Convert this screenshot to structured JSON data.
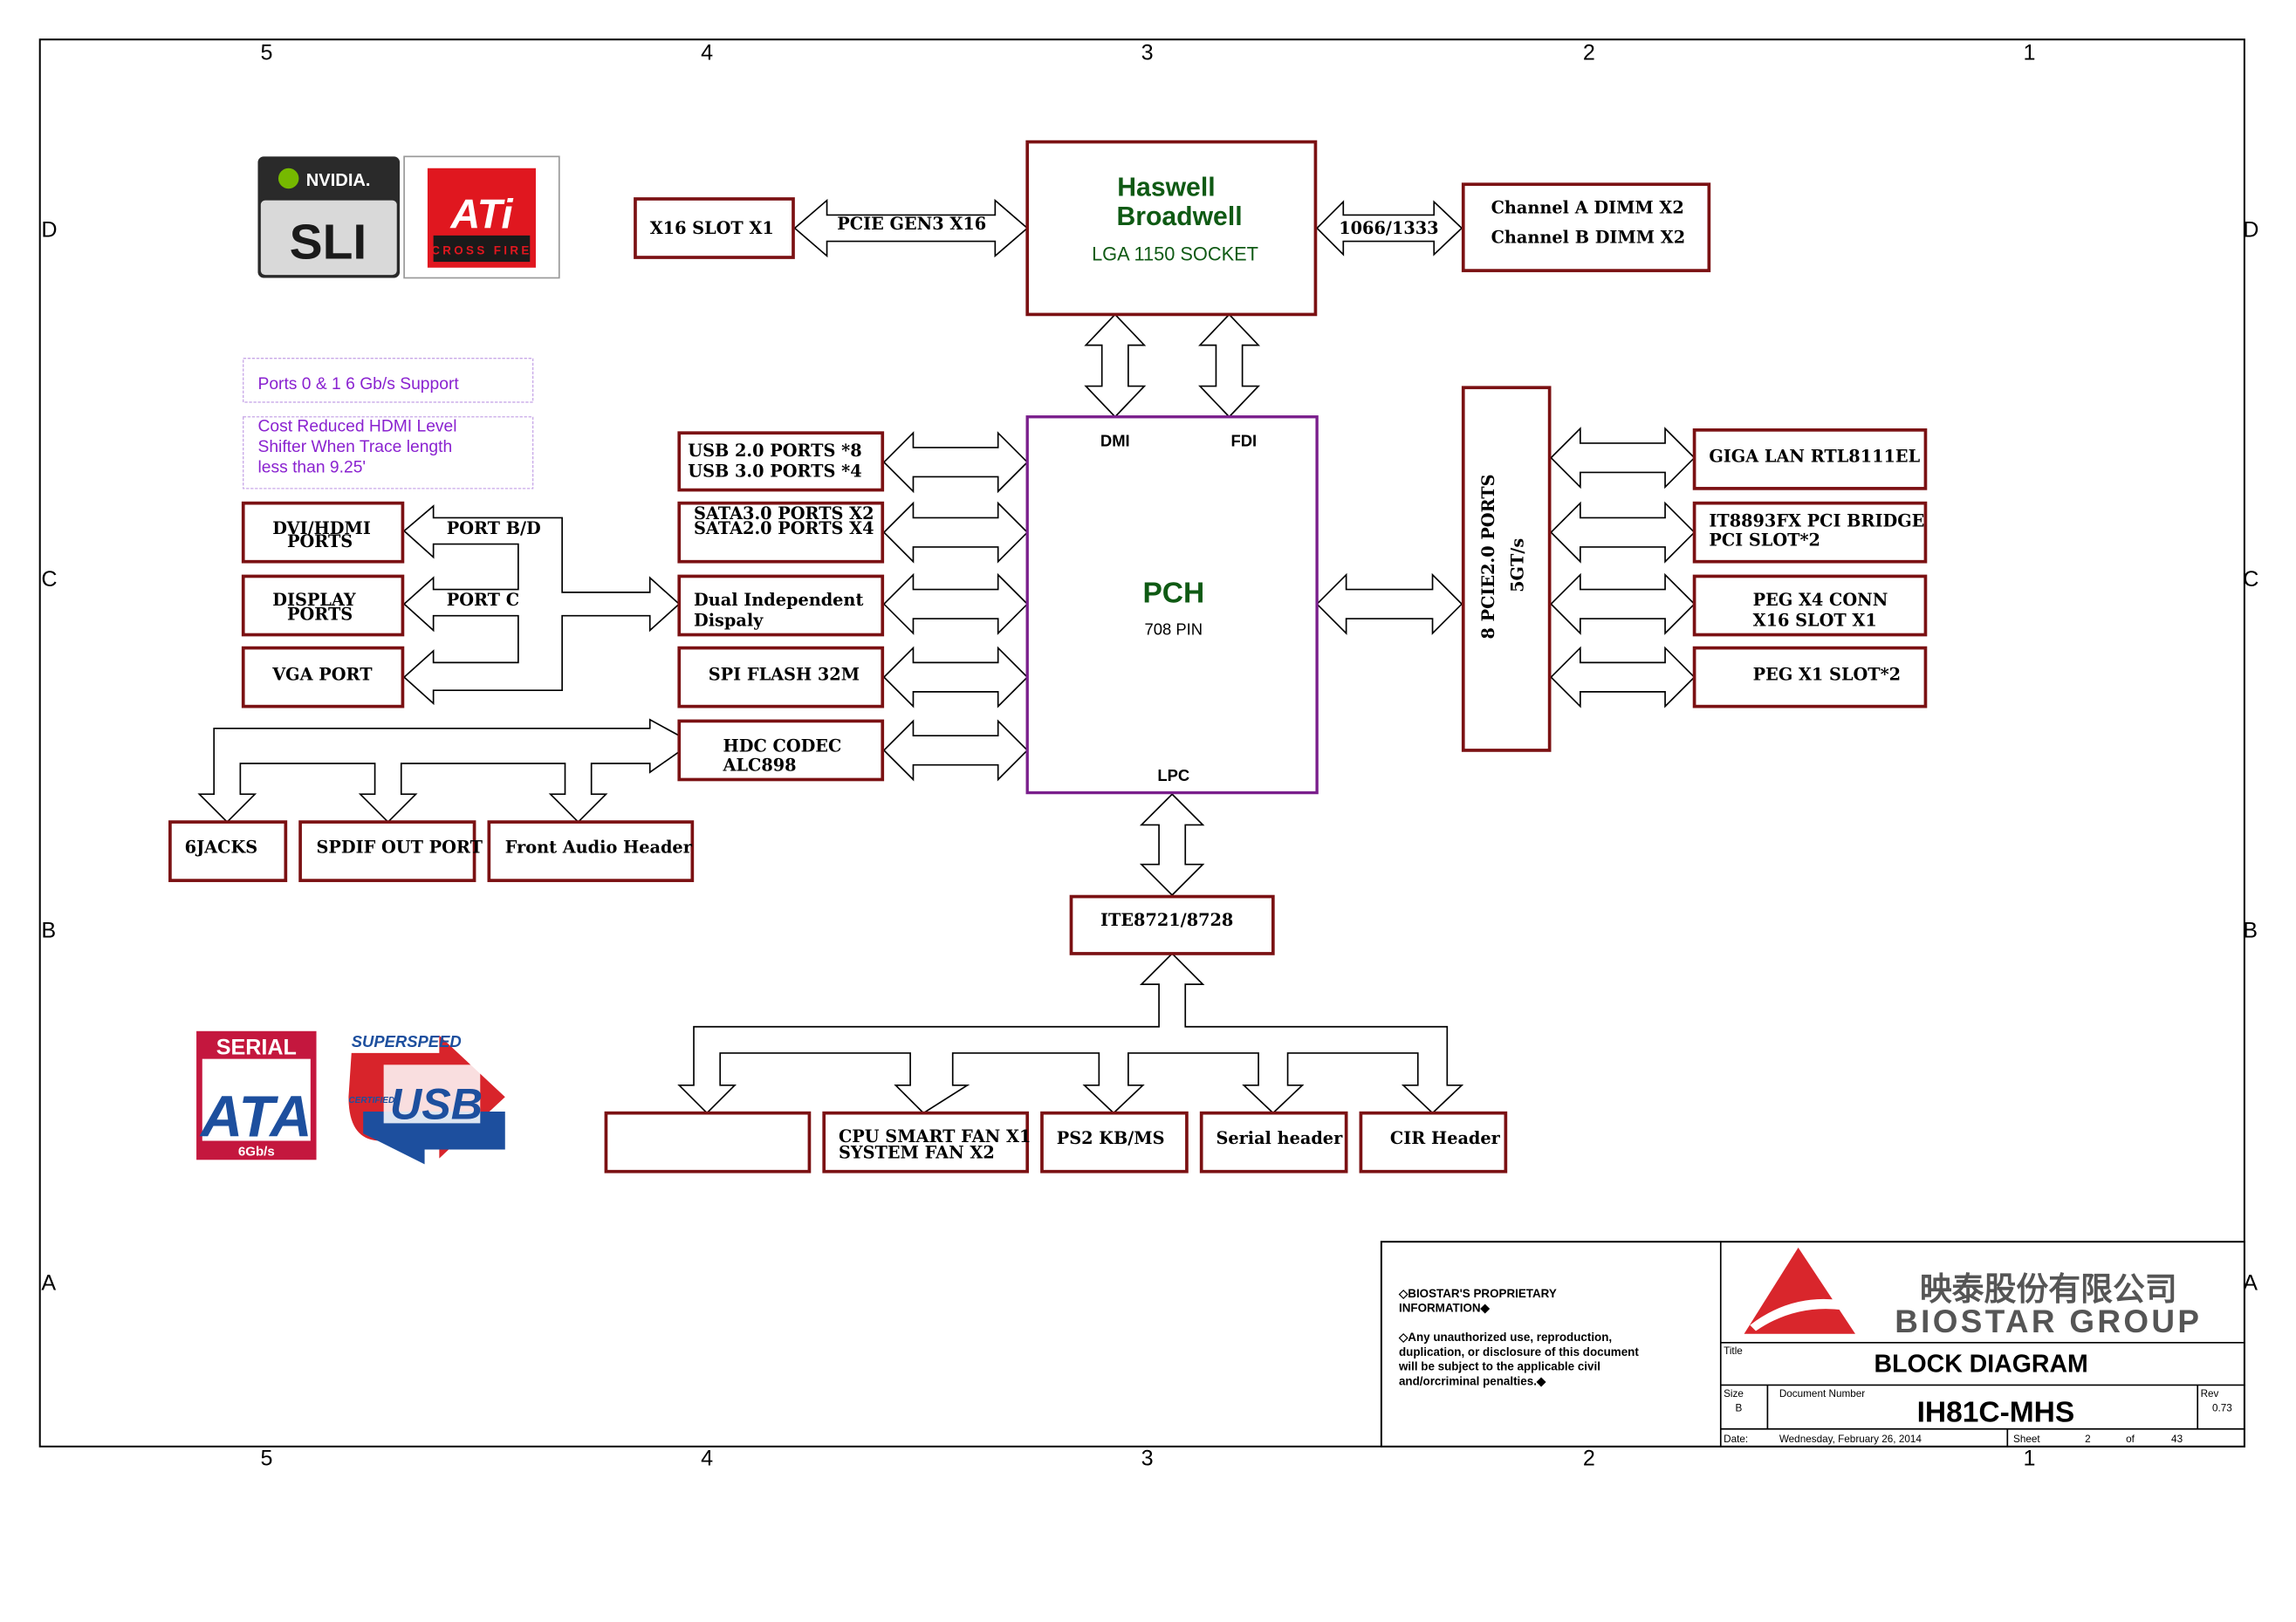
{
  "colors": {
    "box": "#7b1113",
    "pch": "#7a1f8c",
    "cpu_text": "#0f5a14",
    "note_text": "#8a22d0",
    "note_border": "#c8a8e8"
  },
  "grid": {
    "cols": [
      "5",
      "4",
      "3",
      "2",
      "1"
    ],
    "rows": [
      "D",
      "C",
      "B",
      "A"
    ]
  },
  "cpu": {
    "line1": "Haswell",
    "line2": "Broadwell",
    "socket": "LGA 1150 SOCKET"
  },
  "pch": {
    "title": "PCH",
    "pins": "708 PIN",
    "dmi": "DMI",
    "fdi": "FDI",
    "lpc": "LPC"
  },
  "links": {
    "pcie_gen3": "PCIE GEN3 X16",
    "mem_speed": "1066/1333",
    "port_bd": "PORT B/D",
    "port_c": "PORT C"
  },
  "boxes": {
    "x16_slot": "X16 SLOT X1",
    "dimm_a": "Channel A DIMM X2",
    "dimm_b": "Channel B DIMM X2",
    "usb2": "USB 2.0 PORTS *8",
    "usb3": "USB 3.0 PORTS *4",
    "sata3": "SATA3.0 PORTS X2",
    "sata2": "SATA2.0 PORTS X4",
    "dual_display_1": "Dual Independent",
    "dual_display_2": "Dispaly",
    "spi_flash": "SPI FLASH 32M",
    "hdc_codec_1": "HDC CODEC",
    "hdc_codec_2": "ALC898",
    "dvi_hdmi_1": "DVI/HDMI",
    "dvi_hdmi_2": "PORTS",
    "display_ports_1": "DISPLAY",
    "display_ports_2": "PORTS",
    "vga_port": "VGA PORT",
    "jacks": "6JACKS",
    "spdif": "SPDIF OUT PORT",
    "front_audio": "Front Audio Header",
    "pcie2_1": "8 PCIE2.0 PORTS",
    "pcie2_2": "5GT/s",
    "giga_lan": "GIGA LAN RTL8111EL",
    "pci_bridge_1": "IT8893FX PCI BRIDGE",
    "pci_bridge_2": "PCI SLOT*2",
    "peg_x4_1": "PEG X4 CONN",
    "peg_x4_2": "X16 SLOT X1",
    "peg_x1": "PEG X1 SLOT*2",
    "ite": "ITE8721/8728",
    "cpu_fan_1": "CPU SMART FAN X1",
    "cpu_fan_2": "SYSTEM FAN X2",
    "ps2": "PS2 KB/MS",
    "serial_header": "Serial header",
    "cir_header": "CIR Header"
  },
  "notes": {
    "sata_note": "Ports 0 & 1 6 Gb/s Support",
    "hdmi_note_1": "Cost Reduced HDMI Level",
    "hdmi_note_2": "Shifter When Trace length",
    "hdmi_note_3": "less than 9.25'"
  },
  "logos": {
    "nvidia": "NVIDIA.",
    "sli": "SLI",
    "ati": "ATi",
    "crossfire": "CROSS FIRE",
    "serial_ata_1": "SERIAL",
    "serial_ata_2": "ATA",
    "serial_ata_speed": "6Gb/s",
    "superspeed": "SUPERSPEED",
    "usb": "USB",
    "certified": "CERTIFIED"
  },
  "title_block": {
    "prop_1": "◇BIOSTAR'S PROPRIETARY",
    "prop_2": "INFORMATION◆",
    "warn_1": "◇Any unauthorized use, reproduction,",
    "warn_2": "duplication, or disclosure of this document",
    "warn_3": "will be subject to the applicable civil",
    "warn_4": "and/orcriminal penalties.◆",
    "company_cn": "映泰股份有限公司",
    "company_en": "BIOSTAR GROUP",
    "title_label": "Title",
    "title": "BLOCK DIAGRAM",
    "size_label": "Size",
    "size": "B",
    "docnum_label": "Document Number",
    "docnum": "IH81C-MHS",
    "rev_label": "Rev",
    "rev": "0.73",
    "date_label": "Date:",
    "date": "Wednesday, February 26, 2014",
    "sheet_label": "Sheet",
    "sheet": "2",
    "of_label": "of",
    "total": "43"
  }
}
